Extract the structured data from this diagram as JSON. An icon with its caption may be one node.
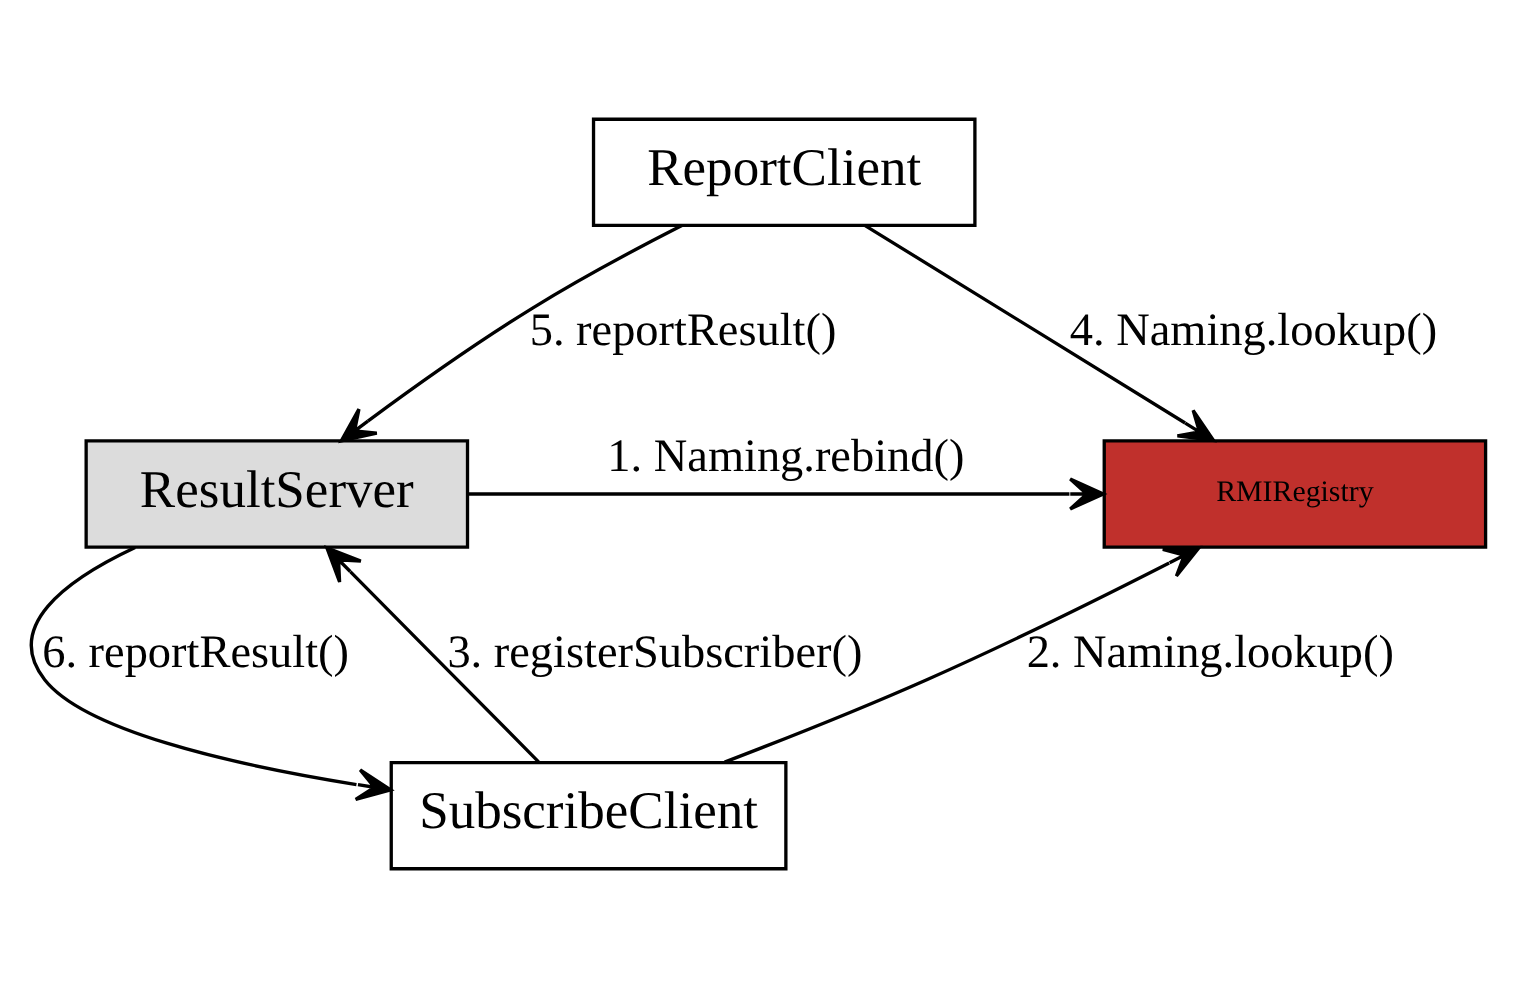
{
  "diagram": {
    "nodes": [
      {
        "text": [
          "ReportClient"
        ]
      },
      {
        "text": [
          "RMIRegistry"
        ]
      },
      {
        "text": [
          "ResultServer"
        ]
      },
      {
        "text": [
          "SubscribeClient"
        ]
      }
    ],
    "edges": [
      {
        "from": 2,
        "to": 1,
        "arrow": "to",
        "label": "1. Naming.rebind()"
      },
      {
        "from": 3,
        "to": 1,
        "arrow": "to",
        "label": "2. Naming.lookup()"
      },
      {
        "from": 3,
        "to": 2,
        "arrow": "to",
        "label": "3. registerSubscriber()"
      },
      {
        "from": 0,
        "to": 1,
        "arrow": "to",
        "label": "4. Naming.lookup()"
      },
      {
        "from": 0,
        "to": 2,
        "arrow": "to",
        "label": "5. reportResult()"
      },
      {
        "from": 2,
        "to": 3,
        "arrow": "to",
        "label": "6. reportResult()"
      }
    ]
  }
}
